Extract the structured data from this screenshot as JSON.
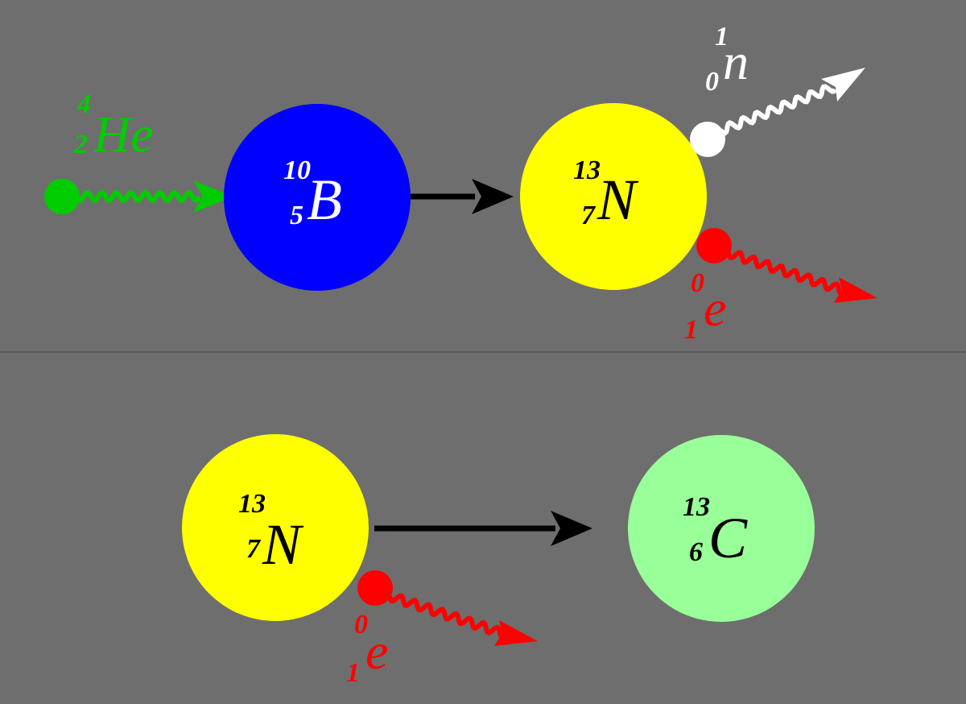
{
  "colors": {
    "background": "#6e6e6e",
    "divider": "#5c5c5c",
    "boron": "#0000ff",
    "nitrogen": "#ffff00",
    "carbon": "#99ff99",
    "helium": "#00cc00",
    "positron": "#ff0000",
    "neutron": "#ffffff",
    "arrow": "#000000",
    "nucleus_text": "#000000",
    "boron_text": "#ffffff"
  },
  "reaction1": {
    "alpha": {
      "mass": "4",
      "atomic": "2",
      "symbol": "He"
    },
    "boron": {
      "mass": "10",
      "atomic": "5",
      "symbol": "B"
    },
    "nitrogen": {
      "mass": "13",
      "atomic": "7",
      "symbol": "N"
    },
    "neutron": {
      "mass": "1",
      "atomic": "0",
      "symbol": "n"
    },
    "positron": {
      "mass": "0",
      "atomic": "1",
      "symbol": "e"
    }
  },
  "reaction2": {
    "nitrogen": {
      "mass": "13",
      "atomic": "7",
      "symbol": "N"
    },
    "positron": {
      "mass": "0",
      "atomic": "1",
      "symbol": "e"
    },
    "carbon": {
      "mass": "13",
      "atomic": "6",
      "symbol": "C"
    }
  }
}
